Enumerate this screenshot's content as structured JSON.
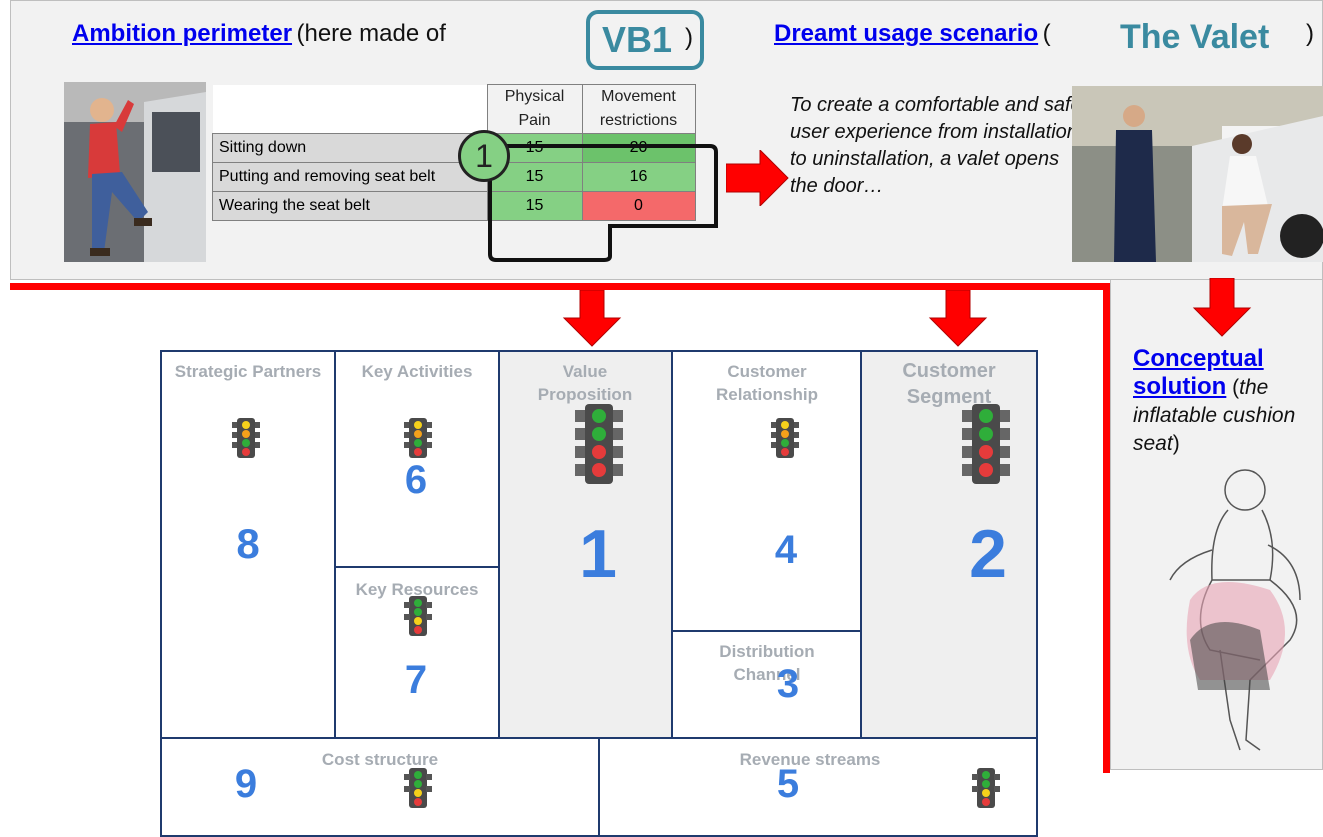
{
  "ambition": {
    "title_link": "Ambition perimeter",
    "title_rest": "(here made of",
    "vb_badge": "VB1",
    "vb_close": ")",
    "table": {
      "headers": [
        {
          "line1": "Physical",
          "line2": "Pain"
        },
        {
          "line1": "Movement",
          "line2": "restrictions"
        }
      ],
      "rows": [
        {
          "activity": "Sitting down",
          "pain": "15",
          "movement": "20"
        },
        {
          "activity": "Putting and removing seat belt",
          "pain": "15",
          "movement": "16"
        },
        {
          "activity": "Wearing the seat belt",
          "pain": "15",
          "movement": "0"
        }
      ],
      "circle_label": "1"
    }
  },
  "scenario": {
    "title_link": "Dreamt usage scenario",
    "open_paren": "(",
    "name": "The Valet",
    "close_paren": ")",
    "description": "To create a comfortable and safe user experience from installation to uninstallation, a valet opens the door…"
  },
  "concept": {
    "title_link_line1": "Conceptual",
    "title_link_line2": "solution",
    "open": "(",
    "text": "the inflatable cushion seat",
    "close": ")"
  },
  "canvas": {
    "cells": [
      {
        "id": "strategic-partners",
        "label": "Strategic Partners",
        "number": "8"
      },
      {
        "id": "key-activities",
        "label": "Key Activities",
        "number": "6"
      },
      {
        "id": "key-resources",
        "label": "Key Resources",
        "number": "7"
      },
      {
        "id": "value-proposition",
        "label": "Value Proposition",
        "number": "1"
      },
      {
        "id": "customer-relationship",
        "label": "Customer Relationship",
        "number": "4"
      },
      {
        "id": "distribution-channel",
        "label": "Distribution Channel",
        "number": "3"
      },
      {
        "id": "customer-segment",
        "label": "Customer Segment",
        "number": "2"
      },
      {
        "id": "cost-structure",
        "label": "Cost structure",
        "number": "9"
      },
      {
        "id": "revenue-streams",
        "label": "Revenue streams",
        "number": "5"
      }
    ]
  },
  "colors": {
    "red": "#ff0000",
    "green_cell": "#6cc26b",
    "red_cell": "#f4696a",
    "badge": "#3a8aa0",
    "number_blue": "#3b7ddd",
    "canvas_border": "#1f3a6e"
  },
  "icons": [
    "traffic-light-icon",
    "red-arrow-icon"
  ]
}
